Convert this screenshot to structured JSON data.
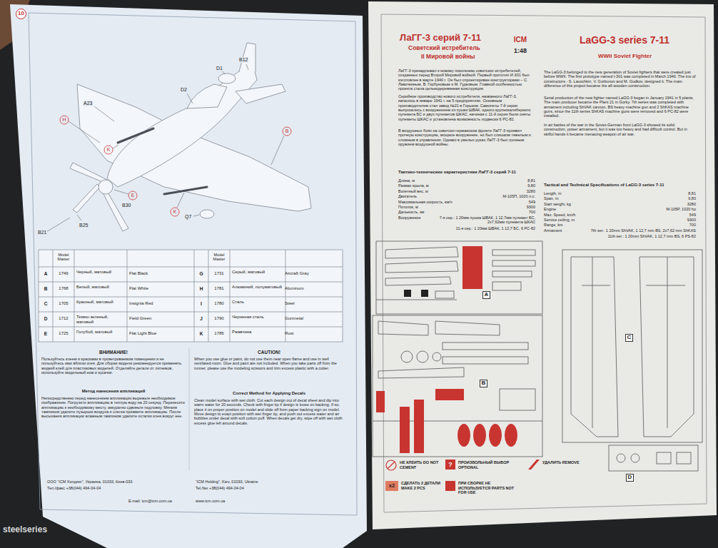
{
  "diagram": {
    "title": "LaGG-3 series 7-11",
    "nodes": [
      {
        "text": [
          "10"
        ]
      },
      {
        "text": [
          "A"
        ]
      },
      {
        "text": [
          "B"
        ]
      },
      {
        "text": [
          "C"
        ]
      },
      {
        "text": [
          "D"
        ]
      }
    ],
    "labels": [
      "ЛаГГ-3 серий 7-11",
      "Советский истребитель",
      "II Мировой войны",
      "ICM",
      "1:48",
      "WWII Soviet Fighter",
      "ЛаГГ-3 принадлежал к новому поколению советских истребителей, созданных перед Второй Мировой войной. Первый прототип И-301 был изготовлен в марте 1940 г. Он был спроектирован конструкторами – С. Лавочкиным, В. Горбуновым и М. Гудковым. Главной особенностью проекта стала цельнодеревянная конструкция.",
      "Серийное производство нового истребителя, названного ЛаГГ-3, началось в январе 1941 г. на 5 предприятиях. Основным производителем стал завод №21 в Горьком. Самолеты 7-й серии выпускались с вооружением из пушки ШВАК, одного крупнокалиберного пулемета БС и двух пулеметов ШКАС, начиная с 11-й серии были сняты пулеметы ШКАС и установлена возможность подвески 6 РС-82.",
      "В воздушных боях на советско-германском фронте ЛаГГ-3 проявил прочную конструкцию, мощное вооружение, но был слишком тяжелым и сложным в управлении. Однако в умелых руках ЛаГГ-3 был грозным оружием воздушной войны.",
      "The LaGG-3 belonged to the new generation of Soviet fighters that were created just before WWII. The first prototype named I-301 was completed in March 1940. The trio of constructors - S. Lavochkin, V. Gorbunov and M. Gudkov, designed it. The main difference of this project became the all-wooden construction.",
      "Serial production of the new fighter named LaGG-3 began in January 1941 in 5 plants. The main producer became the Plant 21 in Gorky. 7th series was completed with armament including ShVAK cannon, BS heavy machine gun and 2 ShKAS machine guns, since the 11th series ShKAS machine guns were removed and 6 PC-82 were installed.",
      "In air battles of the war in the Soviet-German front LaGG-3 showed its solid construction, power armament, but it was too heavy and had difficult control. But in skilful hands it became menacing weapon of air war.",
      "Тактико-технические характеристики ЛаГГ-3 серий 7-11",
      "Длина, м",
      "8,81",
      "Размах крыла, м",
      "9,80",
      "Взлетный вес, кг",
      "3280",
      "Двигатель",
      "М-105П, 1020 л.с.",
      "Максимальная скорость, км/ч",
      "549",
      "Потолок, м",
      "9300",
      "Дальность, км",
      "700",
      "Вооружение",
      "7-я сер.: 1 20мм пушка ШВАК, 1 12,7мм пулемет БС, 2х7,62мм пулемета ШКАС",
      "11-я сер.: 1 20мм ШВАК, 1 12,7 БС, 6 РС-82",
      "Tactical and Technical Specifications of LaGG-3 series 7-11",
      "Length, m",
      "8,81",
      "Span, m",
      "9,80",
      "Start weight, kg",
      "3280",
      "Engine",
      "M-105P, 1020 hp",
      "Max. Speed, km/h",
      "549",
      "Service ceiling, m",
      "9300",
      "Range, km",
      "700",
      "Armament",
      "7th ser.: 1 20mm ShVAK, 1 12,7 mm BS, 2x7,62 mm ShKAS",
      "11th ser.: 1 20mm ShVAK, 1 12,7 mm BS, 6 PS-82",
      "?",
      "x2",
      "B12",
      "D1",
      "D2",
      "A23",
      "H",
      "B",
      "K",
      "E",
      "B30",
      "K",
      "Q7",
      "B25",
      "B21",
      "Model Master",
      "Model Master",
      "A",
      "1749",
      "Черный, матовый",
      "Flat Black",
      "B",
      "1768",
      "Белый, матовый",
      "Flat White",
      "C",
      "1705",
      "Красный, матовый",
      "Insignia Red",
      "D",
      "1712",
      "Темно-зеленый, матовый",
      "Field Green",
      "E",
      "1725",
      "Голубой, матовый",
      "Flat Light Blue",
      "G",
      "1731",
      "Серый, матовый",
      "Aircraft Gray",
      "H",
      "1781",
      "Алюминий, полуматовый",
      "Aluminum",
      "I",
      "1780",
      "Сталь",
      "Steel",
      "J",
      "1790",
      "Черненая сталь",
      "Gunmetal",
      "K",
      "1785",
      "Ржавчина",
      "Rust",
      "ВНИМАНИЕ!",
      "Пользуйтесь клеем и красками в проветриваемом помещении и не пользуйтесь ими вблизи огня. Для сборки модели рекомендуется применять жидкий клей для пластиковых моделей. Отделяйте детали от литников, используйте модельный нож и кусачки.",
      "Метод нанесения аппликаций",
      "Непосредственно перед нанесением аппликации вырежьте необходимое изображение. Погрузите аппликацию в теплую воду на 20 секунд. Перенесите аппликацию к необходимому месту, аккуратно сдвиньте подложку. Мягким тампоном удалите пузырьки воздуха и слегка прижмите аппликацию. После высыхания аппликации влажным тампоном удалите остатки клея вокруг нее.",
      "CAUTION!",
      "When you use glue or paint, do not use them near open flame and use in well ventilated room. Glue and paint are not included. When you take parts off from the runner, please use the modeling scissors and trim excess plastic with a cutter.",
      "Correct Method for Applying Decals",
      "Clean model surface with wet cloth. Cut each design out of decal sheet and dip into warm water for 20 seconds. Check with finger tip if design is loose on backing. If so, place it on proper position on model and slide off from paper backing sign on model. Move design to exact position with wet finger tip, and push out excess water and air bubbles under decal with soft cotton puff. When decals get dry, wipe off with wet cloth excess glue left around decals.",
      "ООО “ICM Холдинг”, Украина, 01033, Киев-033",
      "Тел./факс +38(044) 494-04-04",
      "“ICM Holding”, Kiev, 01033, Ukraine",
      "Tel./fax +38(044) 494-04-04",
      "E-mail: icm@icm.com.ua",
      "www.icm.com.ua",
      "steelseries"
    ],
    "legend": [
      {
        "text": "НЕ КЛЕИТЬ DO NOT CEMENT"
      },
      {
        "text": "ПРОИЗВОЛЬНЫЙ ВЫБОР OPTIONAL"
      },
      {
        "text": "УДАЛИТЬ REMOVE"
      },
      {
        "text": "СДЕЛАТЬ 2 ДЕТАЛИ MAKE 2 PCS"
      },
      {
        "text": "ПРИ СБОРКЕ НЕ ИСПОЛЬЗУЕТСЯ PARTS NOT FOR USE",
        "color": "#c8342f"
      }
    ]
  }
}
